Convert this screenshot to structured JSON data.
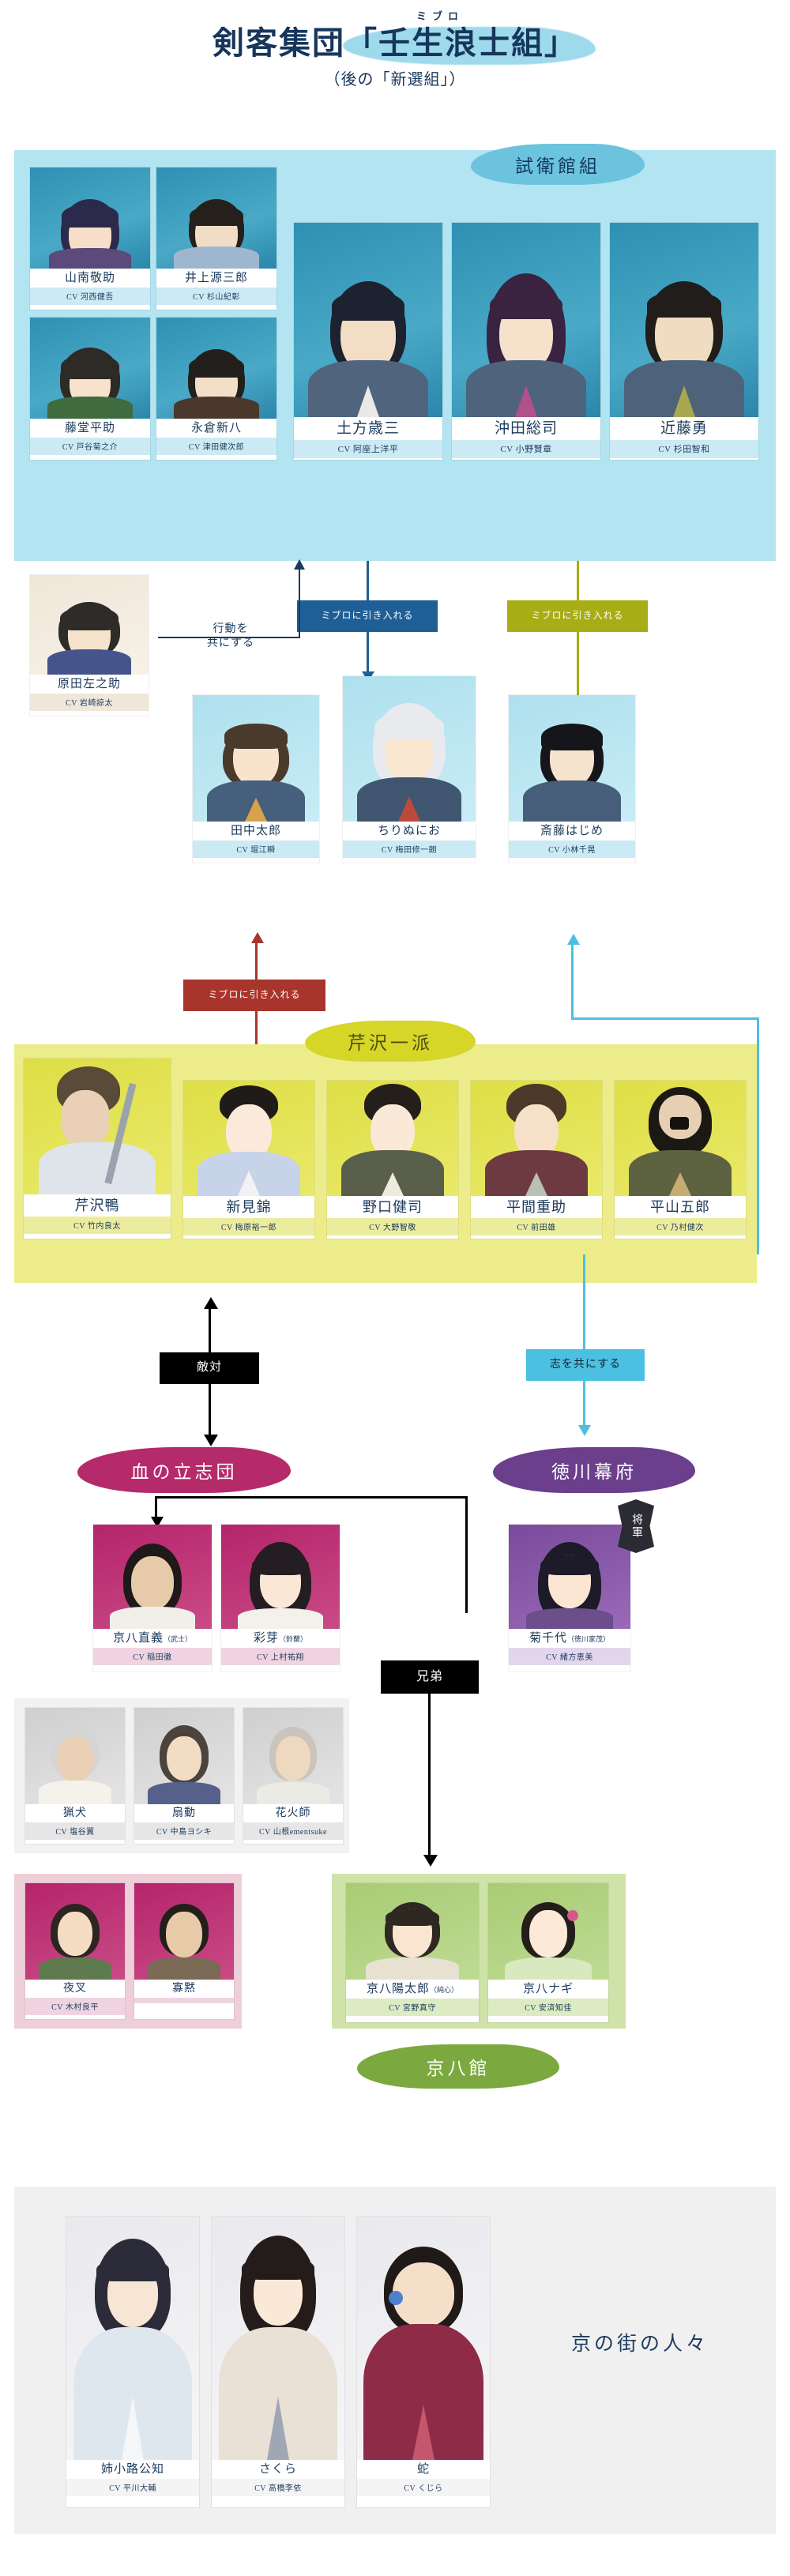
{
  "title": {
    "main_pre": "剣客集団",
    "main_quoted": "「壬生浪士組」",
    "ruby": "ミブロ",
    "sub": "（後の「新選組」）"
  },
  "groups": {
    "shieikan": "試衛館組",
    "serizawa": "芹沢一派",
    "chinorisshidan": "血の立志団",
    "tokugawa": "徳川幕府",
    "kyohachikan": "京八館",
    "kyonomachi": "京の街の人々"
  },
  "connectors": {
    "kodo_tomoni": "行動を\n共にする",
    "mibu_blue": "ミブロに引き入れる",
    "mibu_olive": "ミブロに引き入れる",
    "mibu_red": "ミブロに引き入れる",
    "tekitai": "敵対",
    "kokorozashi": "志を共にする",
    "kyodai": "兄弟"
  },
  "badges": {
    "shogun": "将軍"
  },
  "characters": {
    "shieikan_small": [
      {
        "name": "山南敬助",
        "cv": "CV 河西健吾"
      },
      {
        "name": "井上源三郎",
        "cv": "CV 杉山紀彰"
      },
      {
        "name": "藤堂平助",
        "cv": "CV 戸谷菊之介"
      },
      {
        "name": "永倉新八",
        "cv": "CV 津田健次郎"
      }
    ],
    "shieikan_big": [
      {
        "name": "土方歳三",
        "cv": "CV 阿座上洋平"
      },
      {
        "name": "沖田総司",
        "cv": "CV 小野賢章"
      },
      {
        "name": "近藤勇",
        "cv": "CV 杉田智和"
      }
    ],
    "harada": {
      "name": "原田左之助",
      "cv": "CV 岩崎諒太"
    },
    "recruits": [
      {
        "name": "田中太郎",
        "cv": "CV 堀江瞬"
      },
      {
        "name": "ちりぬにお",
        "cv": "CV 梅田修一朗"
      },
      {
        "name": "斎藤はじめ",
        "cv": "CV 小林千晃"
      }
    ],
    "serizawa_faction": [
      {
        "name": "芹沢鴨",
        "cv": "CV 竹内良太"
      },
      {
        "name": "新見錦",
        "cv": "CV 梅原裕一郎"
      },
      {
        "name": "野口健司",
        "cv": "CV 大野智敬"
      },
      {
        "name": "平間重助",
        "cv": "CV 前田雄"
      },
      {
        "name": "平山五郎",
        "cv": "CV 乃村健次"
      }
    ],
    "risshidan_top": [
      {
        "name": "京八直義",
        "suffix": "（武士）",
        "cv": "CV 稲田徹"
      },
      {
        "name": "彩芽",
        "suffix": "（鈴蘭）",
        "cv": "CV 上村祐翔"
      }
    ],
    "risshidan_mid": [
      {
        "name": "猟犬",
        "cv": "CV 塩谷翼"
      },
      {
        "name": "扇動",
        "cv": "CV 中島ヨシキ"
      },
      {
        "name": "花火師",
        "cv": "CV 山根ementsuke"
      }
    ],
    "risshidan_bottom": [
      {
        "name": "夜叉",
        "cv": "CV 木村良平"
      },
      {
        "name": "寡黙",
        "cv": ""
      }
    ],
    "tokugawa_member": {
      "name": "菊千代",
      "suffix": "（徳川家茂）",
      "cv": "CV 緒方恵美"
    },
    "kyohachikan": [
      {
        "name": "京八陽太郎",
        "suffix": "（純心）",
        "cv": "CV 宮野真守"
      },
      {
        "name": "京八ナギ",
        "cv": "CV 安済知佳"
      }
    ],
    "machi": [
      {
        "name": "姉小路公知",
        "cv": "CV 平川大輔"
      },
      {
        "name": "さくら",
        "cv": "CV 高橋李依"
      },
      {
        "name": "蛇",
        "cv": "CV くじら"
      }
    ]
  },
  "colors": {
    "ink": "#16365c",
    "blue_panel": "#b3e4f1",
    "yellow_panel": "#ecec8b",
    "green_panel": "#cfe3a8",
    "pink": "#b52a6b",
    "purple": "#6b3f8c",
    "olive": "#a6ad15",
    "red": "#a8352c",
    "cyan": "#4cc0e0",
    "black": "#000000"
  }
}
